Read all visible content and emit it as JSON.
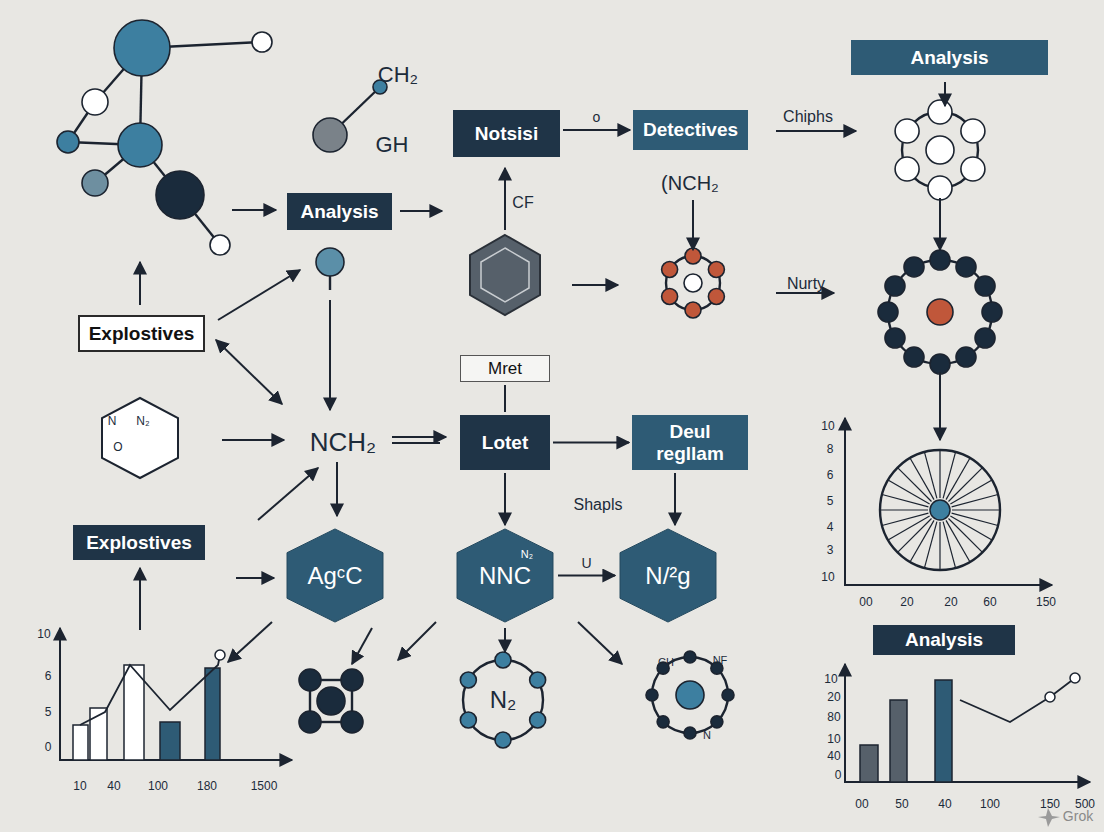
{
  "diagram": {
    "nodes": [
      {
        "text": [
          "Notsisi"
        ]
      },
      {
        "text": [
          "Detectives"
        ]
      },
      {
        "text": [
          "Analysis"
        ]
      },
      {
        "text": [
          "Analysis"
        ]
      },
      {
        "text": [
          "Explostives"
        ]
      },
      {
        "text": [
          "Mret"
        ]
      },
      {
        "text": [
          "Lotet"
        ]
      },
      {
        "text": [
          "Deul regllam"
        ]
      },
      {
        "text": [
          "Explostives"
        ]
      },
      {
        "text": [
          "AgᶜC"
        ]
      },
      {
        "text": [
          "NNC",
          "N₂"
        ]
      },
      {
        "text": [
          "N/²g"
        ]
      },
      {
        "text": [
          "Analysis"
        ]
      }
    ],
    "edges": [
      {
        "from": 0,
        "to": 1,
        "label": "o",
        "arrow": "to"
      },
      {
        "from": 5,
        "to": 6,
        "arrow": "none"
      },
      {
        "from": 6,
        "to": 7,
        "arrow": "to"
      },
      {
        "from": 6,
        "to": 10,
        "arrow": "to"
      },
      {
        "from": 10,
        "to": 11,
        "label": "U",
        "arrow": "to"
      },
      {
        "from": 7,
        "to": 11,
        "arrow": "to"
      }
    ],
    "labels": [
      "CH₂",
      "GH",
      "Chiphs",
      "CF",
      "(NCH₂",
      "Nurty",
      "N",
      "N₂",
      "O",
      "NCH₂",
      "Shapls",
      "N₂",
      "CH",
      "NF",
      "N",
      "10",
      "6",
      "5",
      "0",
      "10",
      "40",
      "100",
      "180",
      "1500",
      "10",
      "8",
      "6",
      "5",
      "4",
      "3",
      "10",
      "00",
      "20",
      "20",
      "60",
      "150",
      "10",
      "20",
      "80",
      "10",
      "40",
      "0",
      "00",
      "50",
      "40",
      "100",
      "150",
      "500",
      "Grok"
    ]
  }
}
